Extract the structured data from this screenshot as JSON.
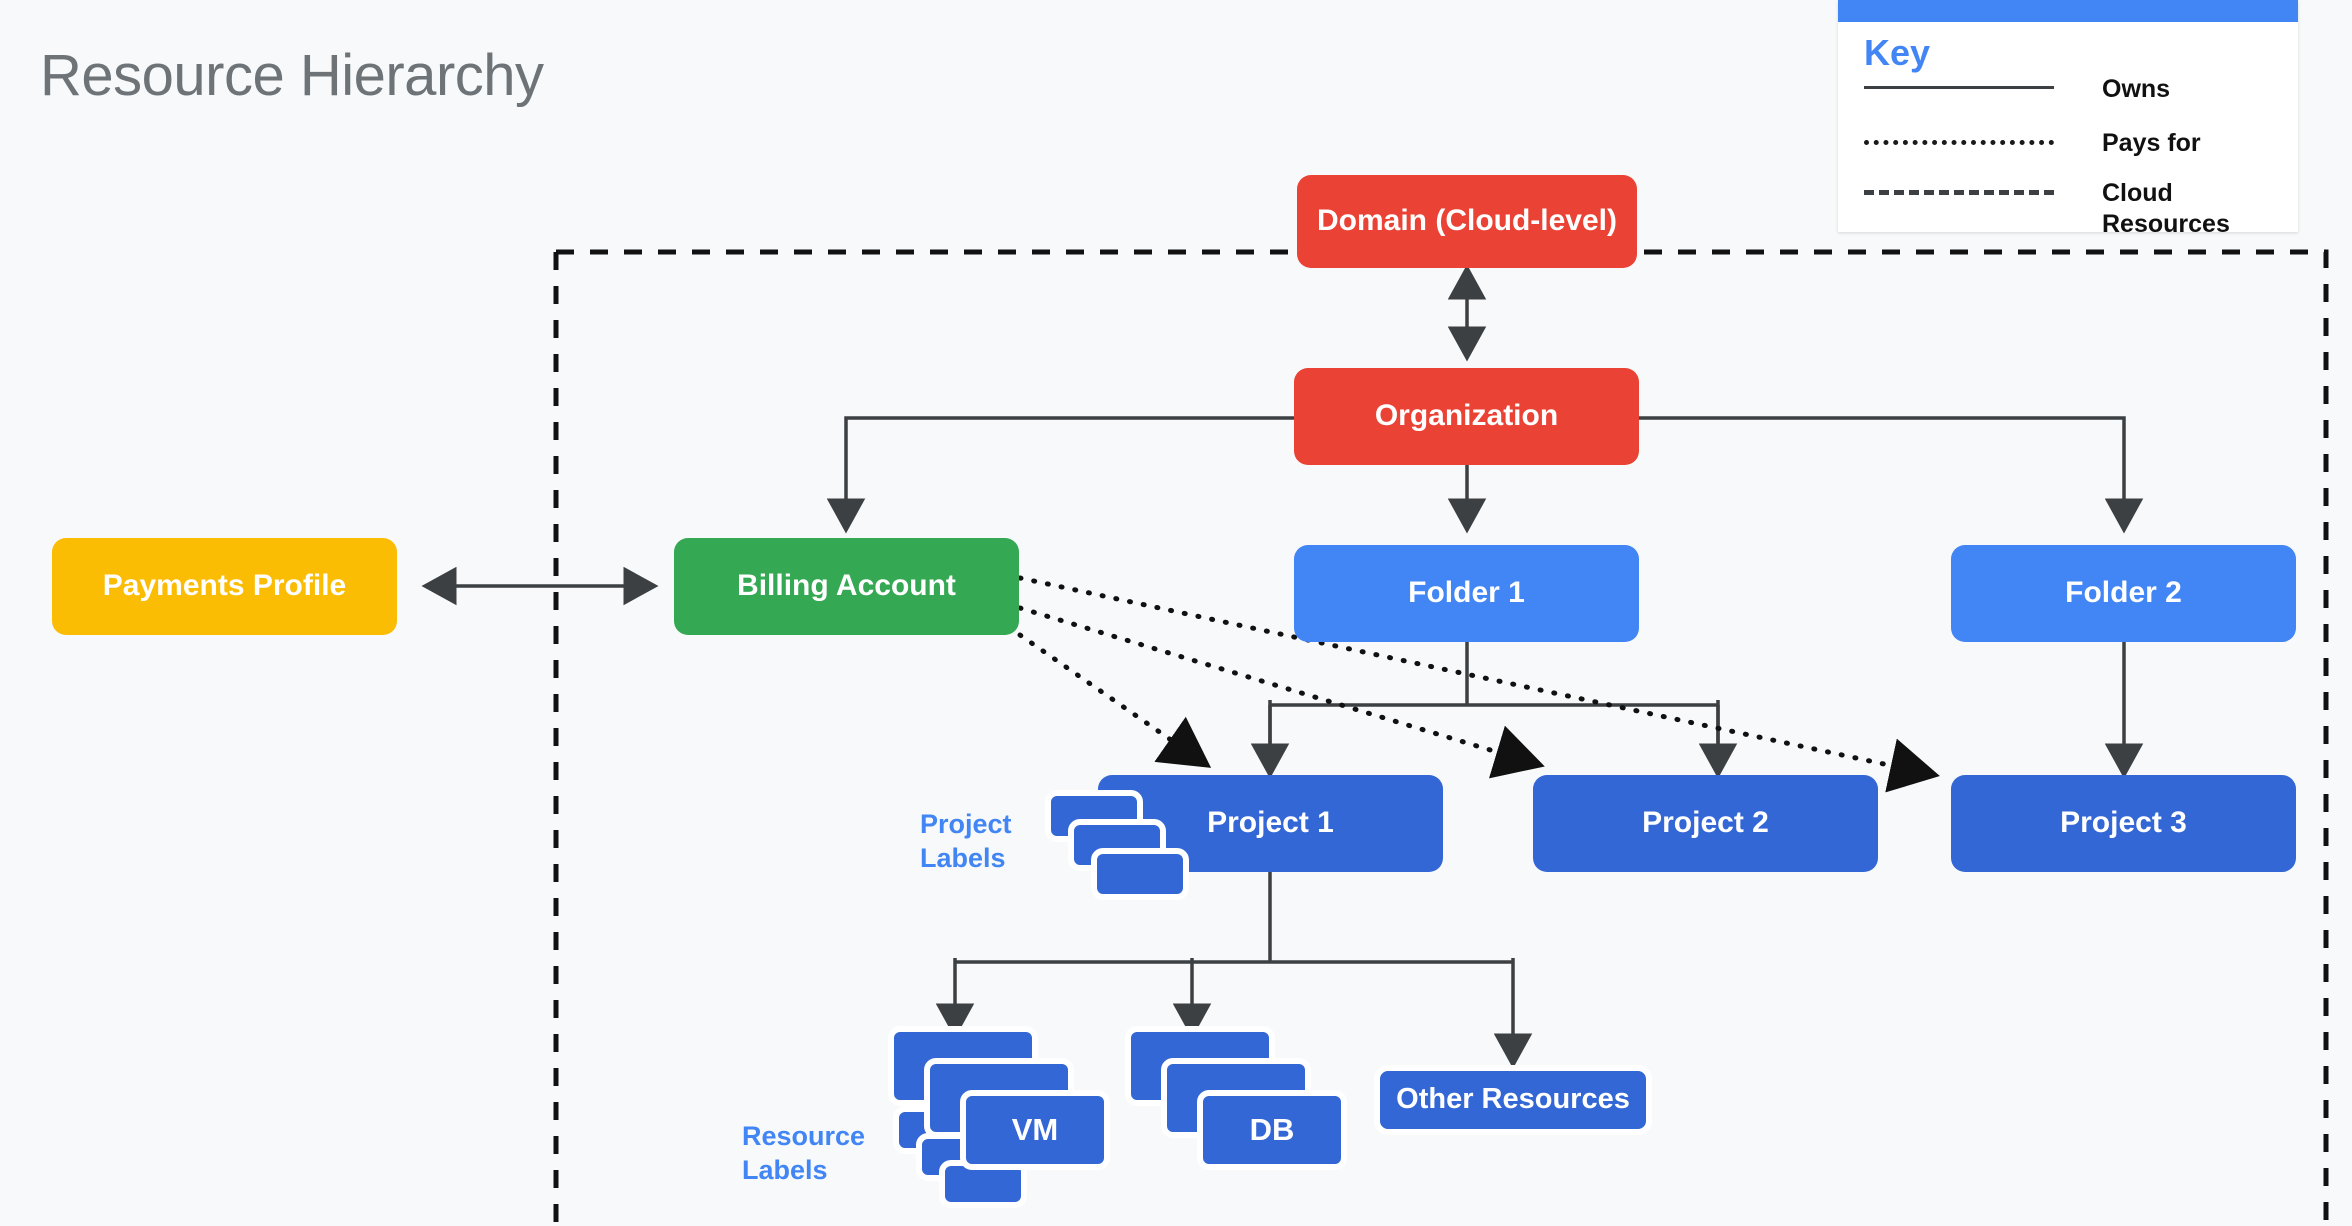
{
  "page": {
    "title": "Resource Hierarchy",
    "background_color": "#f7f9fa"
  },
  "key": {
    "title": "Key",
    "items": [
      {
        "style": "solid",
        "line_icon": "solid-line-icon",
        "label": "Owns"
      },
      {
        "style": "dotted",
        "line_icon": "dotted-line-icon",
        "label": "Pays for"
      },
      {
        "style": "dashed",
        "line_icon": "dashed-line-icon",
        "label": "Cloud Resources"
      }
    ]
  },
  "nodes": {
    "domain": {
      "label": "Domain (Cloud-level)",
      "color": "#ea4335"
    },
    "organization": {
      "label": "Organization",
      "color": "#ea4335"
    },
    "payments": {
      "label": "Payments Profile",
      "color": "#fbbc04"
    },
    "billing": {
      "label": "Billing Account",
      "color": "#34a853"
    },
    "folder1": {
      "label": "Folder 1",
      "color": "#4285f4"
    },
    "folder2": {
      "label": "Folder 2",
      "color": "#4285f4"
    },
    "project1": {
      "label": "Project 1",
      "color": "#3367d6"
    },
    "project2": {
      "label": "Project 2",
      "color": "#3367d6"
    },
    "project3": {
      "label": "Project 3",
      "color": "#3367d6"
    },
    "vm": {
      "label": "VM",
      "color": "#3367d6"
    },
    "db": {
      "label": "DB",
      "color": "#3367d6"
    },
    "other": {
      "label": "Other Resources",
      "color": "#3367d6"
    }
  },
  "annotations": {
    "project_labels": "Project\nLabels",
    "resource_labels": "Resource\nLabels"
  },
  "colors": {
    "red": "#ea4335",
    "yellow": "#fbbc04",
    "green": "#34a853",
    "blue": "#4285f4",
    "dark_blue": "#3367d6",
    "edge": "#3c4043",
    "title_text": "#6e7377"
  }
}
